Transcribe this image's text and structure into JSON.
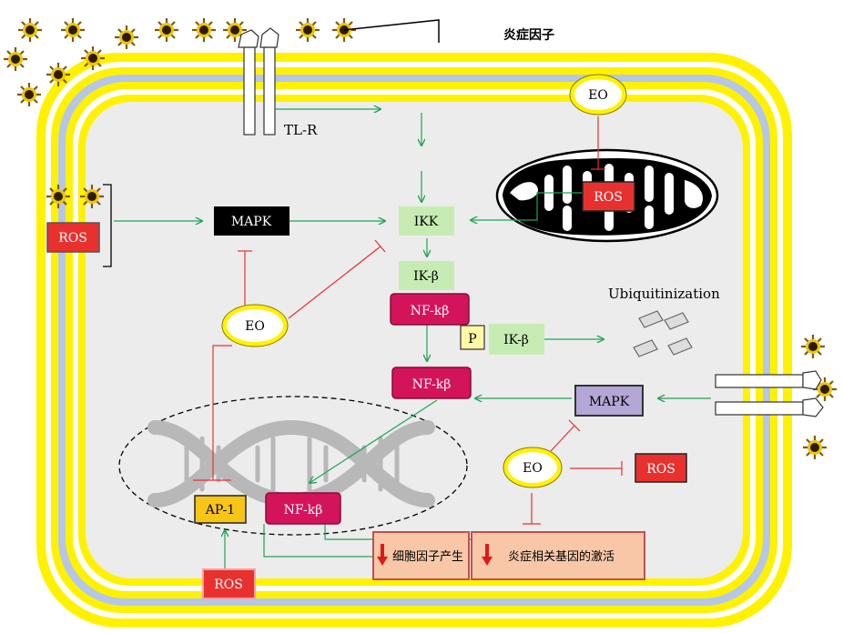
{
  "labels": {
    "inflammatory_factor": "炎症因子",
    "tlr": "TL-R",
    "eo": "EO",
    "ros": "ROS",
    "mapk": "MAPK",
    "ikk": "IKK",
    "ik_beta": "IK-β",
    "nf_kb": "NF-kβ",
    "p": "P",
    "ubiquitinization": "Ubiquitinization",
    "ap1": "AP-1",
    "cytokine_production": "细胞因子产生",
    "gene_activation": "炎症相关基因的激活"
  },
  "colors": {
    "activation_arrow": "#21a453",
    "inhibition_line": "#e8312f",
    "membrane_yellow": "#fff200",
    "membrane_blue": "#b6c6e8",
    "cytoplasm": "#ececec",
    "ros_fill": "#e8312f",
    "nfkb_fill": "#d4145a",
    "ikk_fill": "#c6ecb4",
    "mapk_black": "#000000",
    "mapk_purple": "#b4a7d6",
    "ap1_fill": "#f7c516",
    "p_fill": "#fff9a6",
    "result_box_fill": "#f7c7a8",
    "result_box_border": "#c0504d"
  },
  "icons": [
    "virus-particle-icon",
    "receptor-icon",
    "mitochondrion-icon",
    "dna-helix-icon",
    "down-arrow-icon",
    "ubiquitin-fragment-icon"
  ]
}
